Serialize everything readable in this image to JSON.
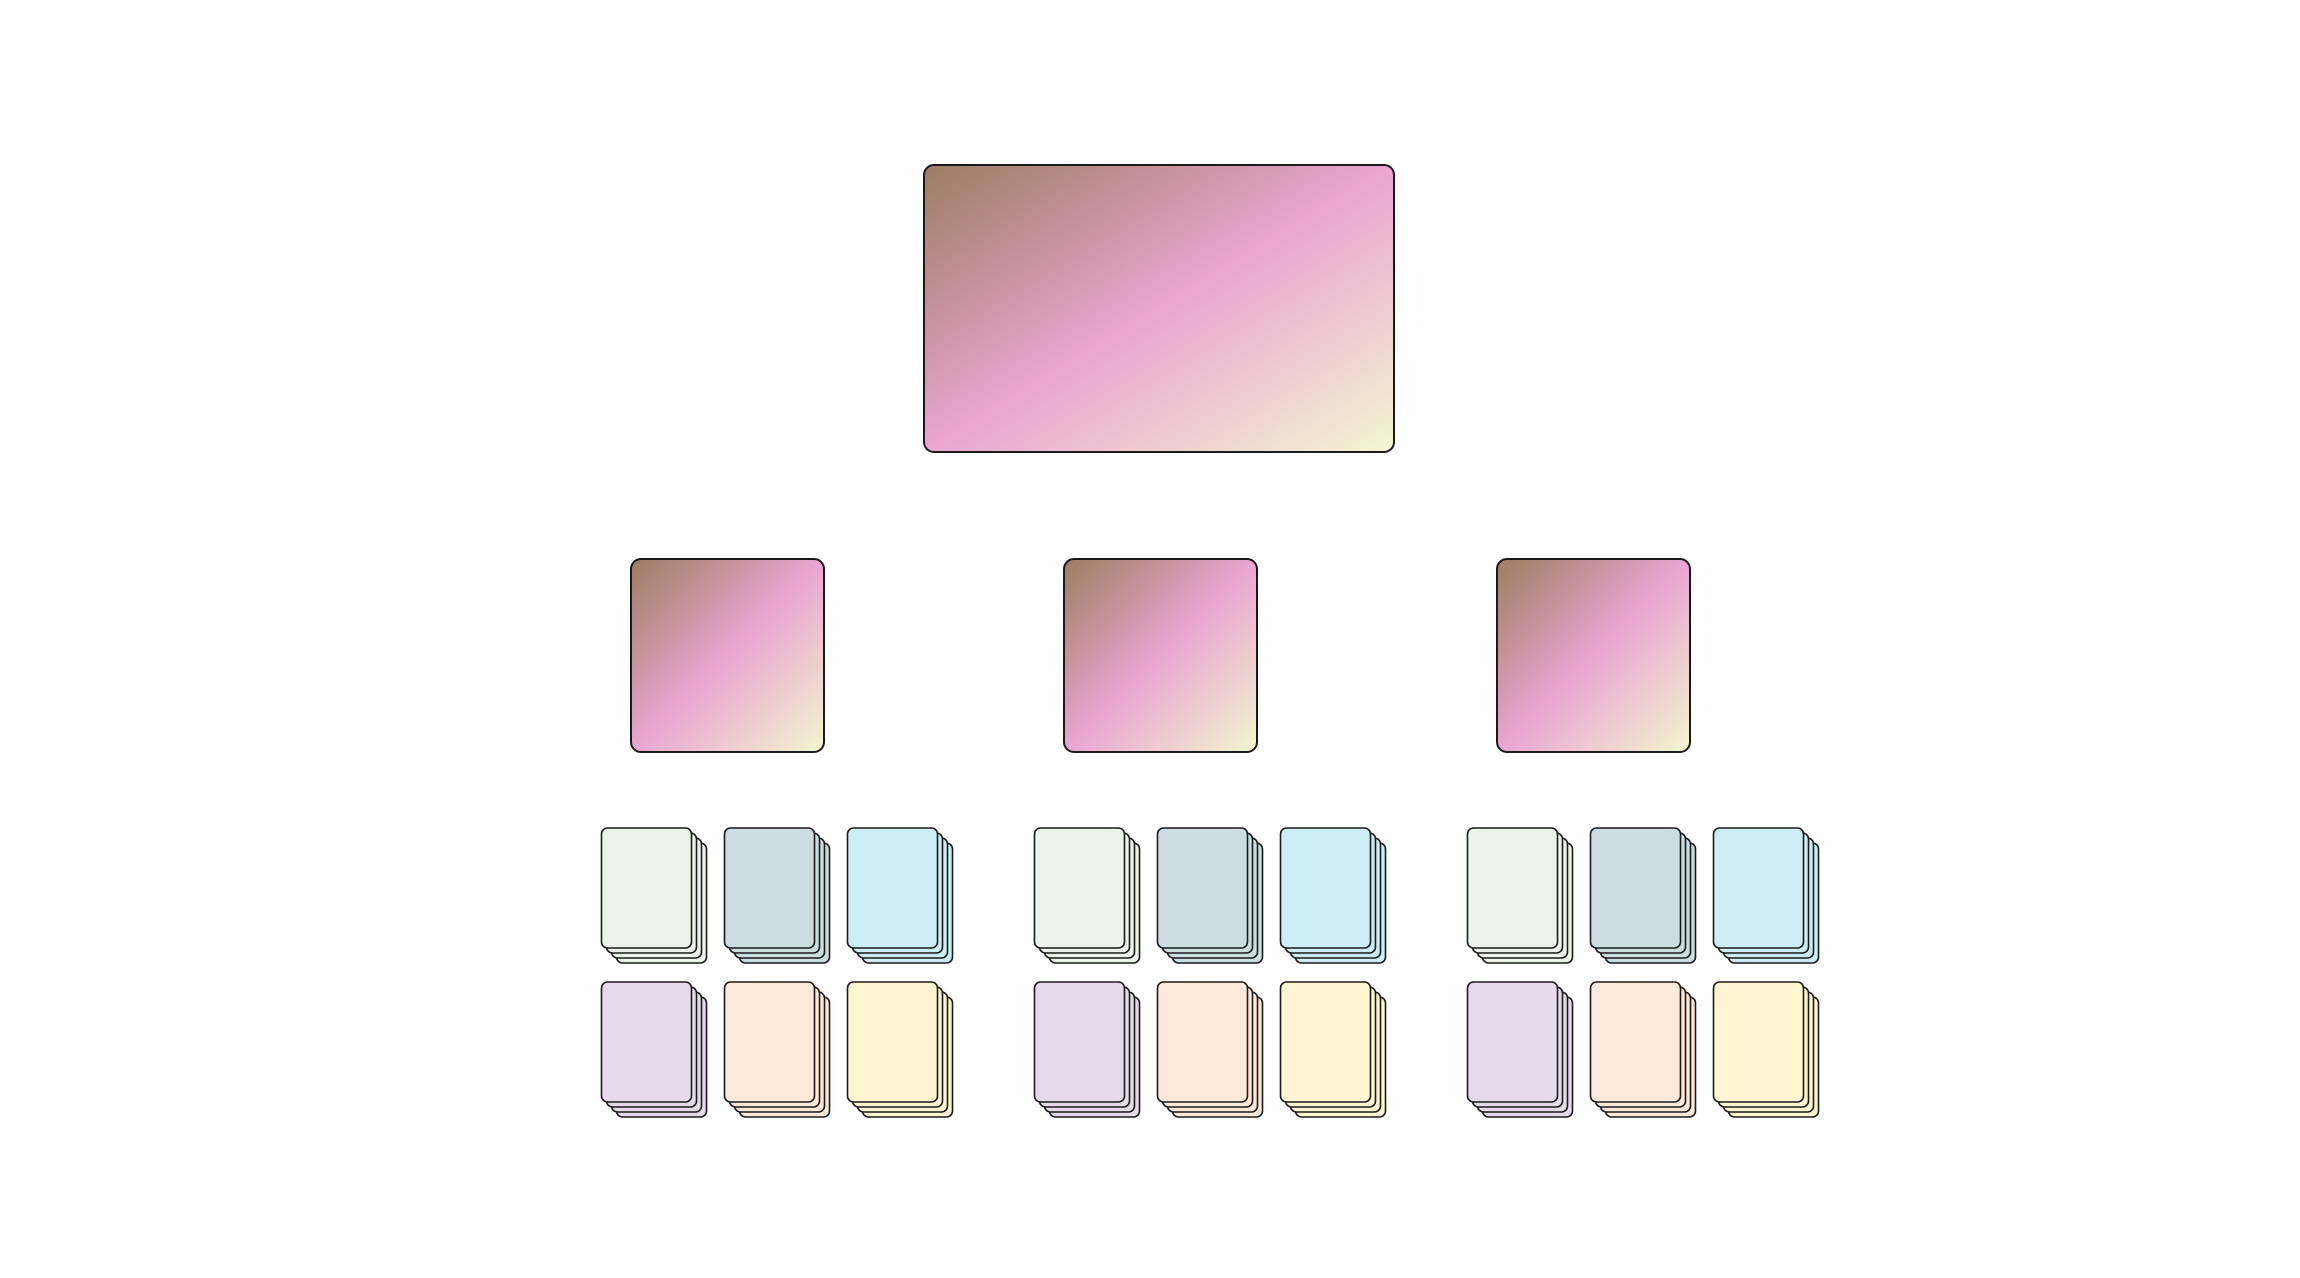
{
  "diagram": {
    "root": {
      "name": "root-node",
      "gradient": [
        "#9c7d62",
        "#eaa5d1",
        "#f2f6d1"
      ]
    },
    "groups": [
      {
        "name": "group-1",
        "gradient": [
          "#9c7d62",
          "#eaa5d1",
          "#f2f6d1"
        ],
        "stacks": [
          {
            "color": "#edf3ea",
            "cards": 4
          },
          {
            "color": "#ccdde2",
            "cards": 4
          },
          {
            "color": "#cdedf5",
            "cards": 4
          },
          {
            "color": "#e6daea",
            "cards": 4
          },
          {
            "color": "#fde9d9",
            "cards": 4
          },
          {
            "color": "#fef6d0",
            "cards": 4
          }
        ]
      },
      {
        "name": "group-2",
        "gradient": [
          "#9c7d62",
          "#eaa5d1",
          "#f2f6d1"
        ],
        "stacks": [
          {
            "color": "#edf3ea",
            "cards": 4
          },
          {
            "color": "#ccdde2",
            "cards": 4
          },
          {
            "color": "#cdedf5",
            "cards": 4
          },
          {
            "color": "#e6daea",
            "cards": 4
          },
          {
            "color": "#fde9d9",
            "cards": 4
          },
          {
            "color": "#fef6d0",
            "cards": 4
          }
        ]
      },
      {
        "name": "group-3",
        "gradient": [
          "#9c7d62",
          "#eaa5d1",
          "#f2f6d1"
        ],
        "stacks": [
          {
            "color": "#edf3ea",
            "cards": 4
          },
          {
            "color": "#ccdde2",
            "cards": 4
          },
          {
            "color": "#cdedf5",
            "cards": 4
          },
          {
            "color": "#e6daea",
            "cards": 4
          },
          {
            "color": "#fde9d9",
            "cards": 4
          },
          {
            "color": "#fef6d0",
            "cards": 4
          }
        ]
      }
    ],
    "stroke_color": "#1a1a1a"
  }
}
